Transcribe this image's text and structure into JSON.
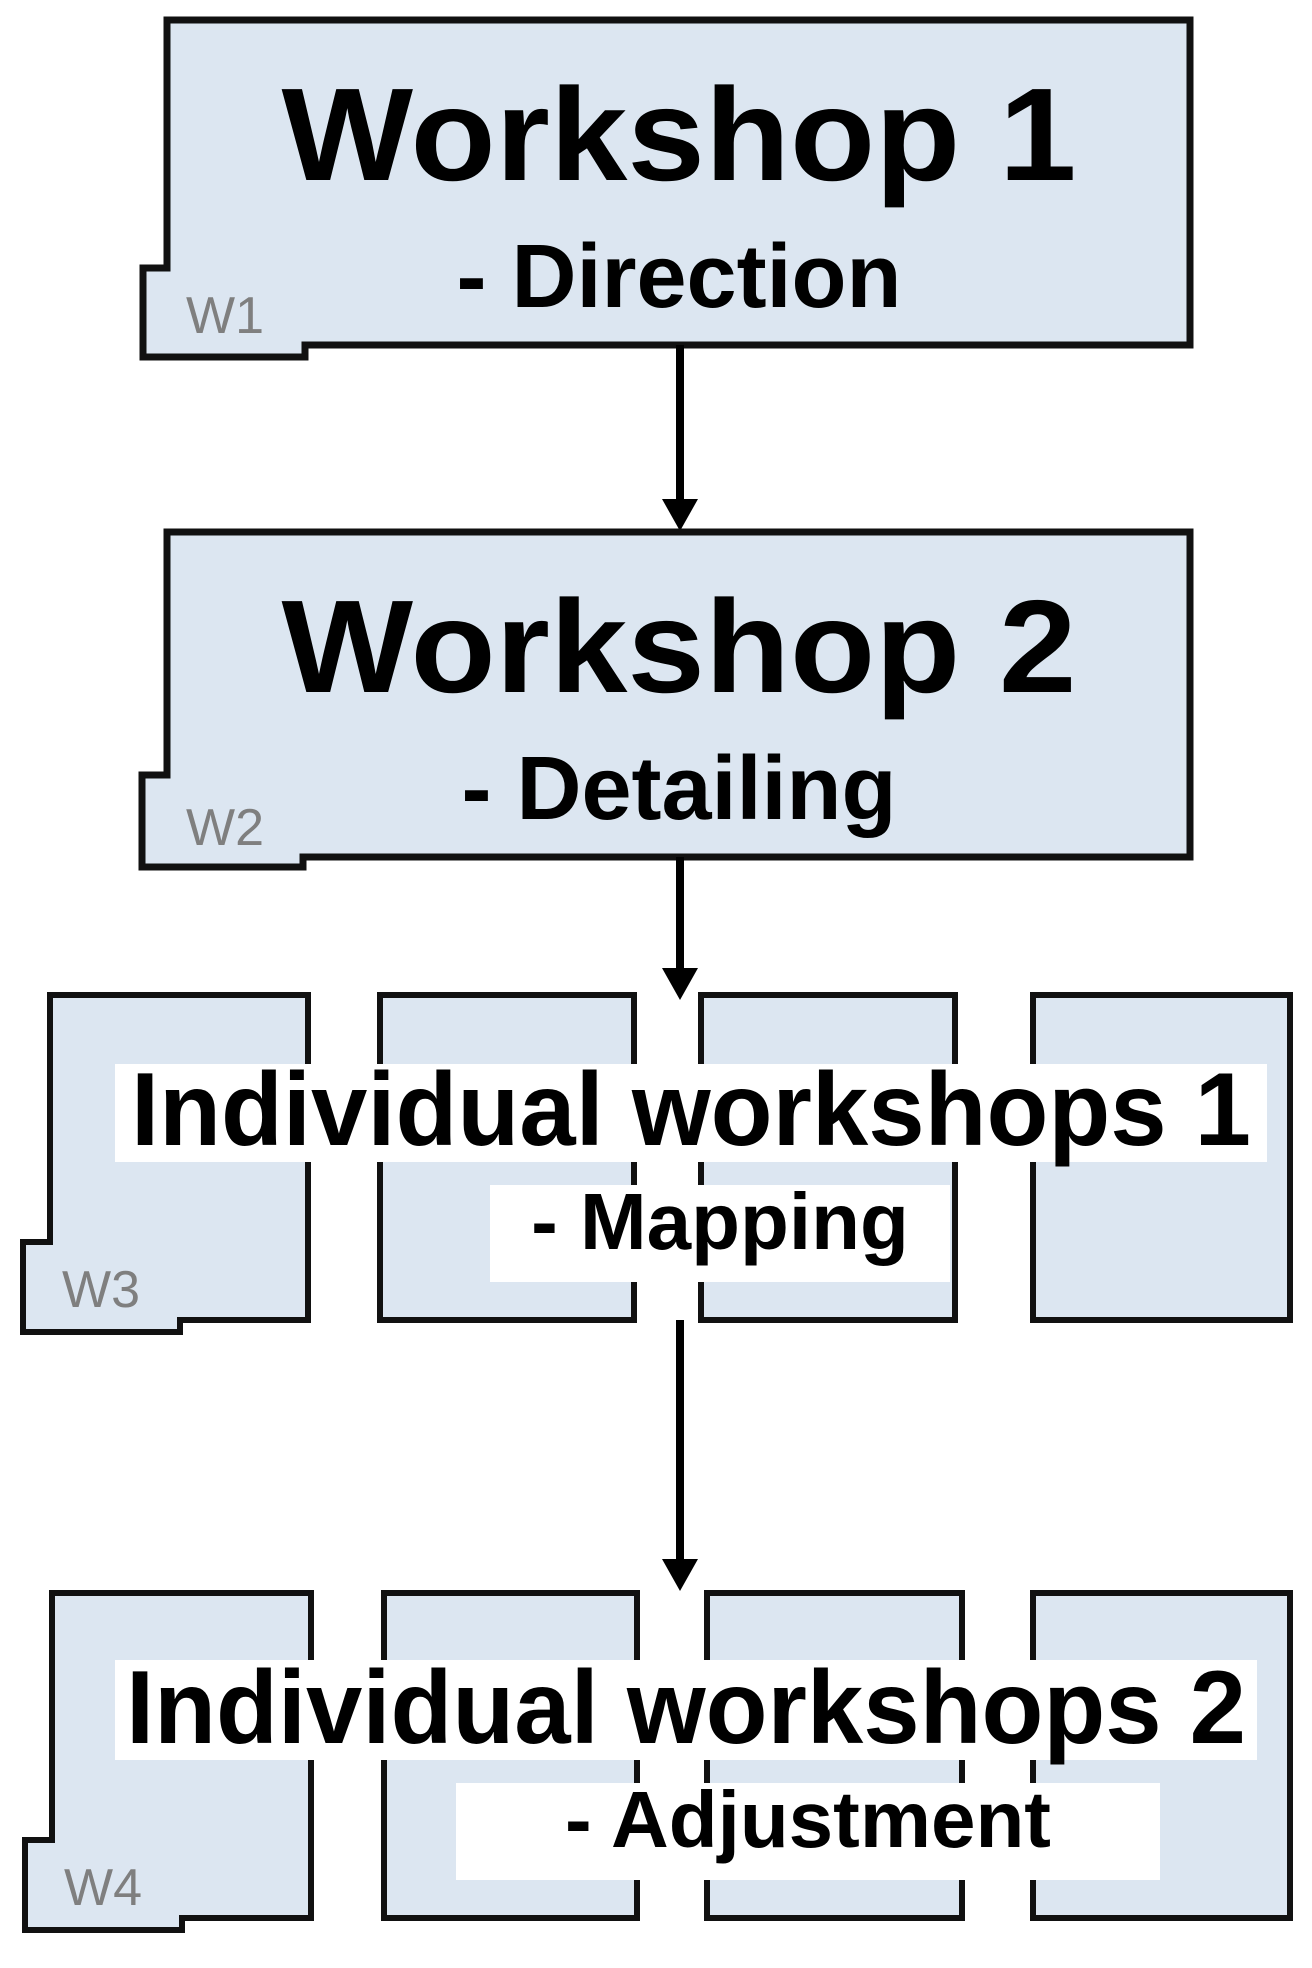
{
  "colors": {
    "box_fill": "#dce6f1",
    "box_border": "#111111",
    "band_fill": "#ffffff",
    "title_text": "#000000",
    "tag_text": "#7f7f7f",
    "arrow": "#000000"
  },
  "nodes": {
    "workshop1": {
      "title": "Workshop 1",
      "subtitle": "- Direction",
      "tag": "W1"
    },
    "workshop2": {
      "title": "Workshop 2",
      "subtitle": "- Detailing",
      "tag": "W2"
    },
    "individual1": {
      "title": "Individual workshops 1",
      "subtitle": "- Mapping",
      "tag": "W3"
    },
    "individual2": {
      "title": "Individual workshops 2",
      "subtitle": "- Adjustment",
      "tag": "W4"
    }
  },
  "edges": [
    {
      "from": "workshop1",
      "to": "workshop2"
    },
    {
      "from": "workshop2",
      "to": "individual1"
    },
    {
      "from": "individual1",
      "to": "individual2"
    }
  ]
}
